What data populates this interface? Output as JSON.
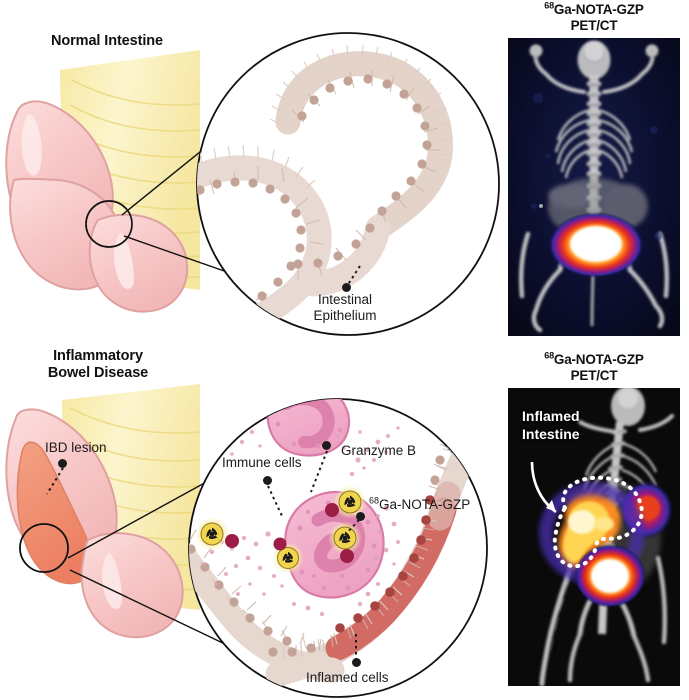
{
  "figure": {
    "kind": "scientific-schematic-with-pet-ct",
    "background": "#ffffff"
  },
  "panels": {
    "normal": {
      "title": "Normal Intestine",
      "callouts": [
        {
          "name": "intestinal-epithelium",
          "text_line1": "Intestinal",
          "text_line2": "Epithelium"
        }
      ]
    },
    "ibd": {
      "title_line1": "Inflammatory",
      "title_line2": "Bowel Disease",
      "lesion_label": "IBD lesion",
      "callouts": [
        {
          "name": "immune-cells",
          "text": "Immune cells"
        },
        {
          "name": "granzyme-b",
          "text": "Granzyme B"
        },
        {
          "name": "tracer",
          "sup": "68",
          "text": "Ga-NOTA-GZP"
        },
        {
          "name": "inflamed-cells",
          "text": "Inflamed cells"
        }
      ]
    }
  },
  "pet_panels": [
    {
      "name": "pet-normal",
      "sup": "68",
      "title_line1": "Ga-NOTA-GZP",
      "title_line2": "PET/CT",
      "annotation": null
    },
    {
      "name": "pet-ibd",
      "sup": "68",
      "title_line1": "Ga-NOTA-GZP",
      "title_line2": "PET/CT",
      "annotation": {
        "line1": "Inflamed",
        "line2": "Intestine"
      }
    }
  ],
  "colors": {
    "intestine_pink": "#f6c4c4",
    "intestine_pink_light": "#fbd9d8",
    "intestine_outline": "#d79a9a",
    "mesentery_yellow": "#f6e9a8",
    "mesentery_yellow_light": "#fcf6d4",
    "lesion_red": "#f08f72",
    "epithelium_tan": "#e3d2c9",
    "epithelium_nucleus": "#c4a79b",
    "inflamed_cell_red": "#d1625c",
    "inflamed_nucleus": "#b04843",
    "immune_cell_pink": "#f1a8c4",
    "immune_nucleus": "#dd81ad",
    "granzyme_dot": "#e5a9c4",
    "tracer_yellow": "#f2d54e",
    "tracer_halo": "#faf0b4",
    "tracer_maroon": "#9c1d45",
    "pet_background": "#07081a",
    "pet_hot_white": "#ffffff",
    "pet_hot_yellow": "#ffe67a",
    "pet_hot_orange": "#ff9a2e",
    "pet_hot_red": "#e0372a",
    "pet_hot_magenta": "#8d1c86",
    "pet_hot_blue": "#2a2a9e",
    "ct_bone": "#d8d8d8",
    "text": "#1b1b1b",
    "annotation_white": "#ffffff"
  }
}
